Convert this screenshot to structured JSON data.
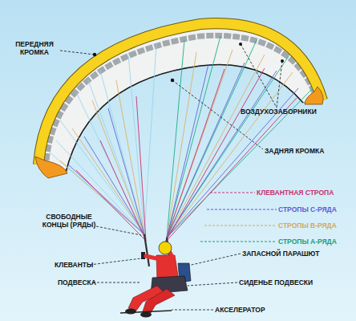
{
  "diagram": {
    "labels": [
      "ПЕРЕДНЯЯ КРОМКА",
      "ВОЗДУХОЗАБОРНИКИ",
      "ЗАДНЯЯ КРОМКА",
      "КЛЕВАНТНАЯ СТРОПА",
      "СТРОПЫ С-РЯДА",
      "СТРОПЫ В-РЯДА",
      "СТРОПЫ А-РЯДА",
      "СВОБОДНЫЕ КОНЦЫ (РЯДЫ)",
      "КЛЕВАНТЫ",
      "ЗАПАСНОЙ ПАРАШЮТ",
      "ПОДВЕСКА",
      "СИДЕНЬЕ ПОДВЕСКИ",
      "АКСЕЛЕРАТОР"
    ]
  }
}
